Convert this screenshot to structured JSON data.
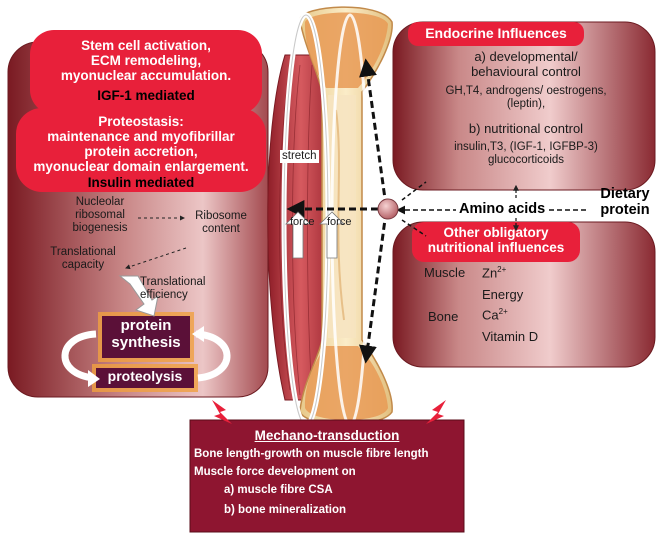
{
  "colors": {
    "panel_dark": "#7a1a22",
    "panel_light": "#e8b4b4",
    "red_label": "#e8203a",
    "purple_box": "#5b1038",
    "orange_glow": "#f0a040",
    "bone_cream": "#f4dfb0",
    "bone_orange": "#e79a55",
    "muscle": "#b8303a",
    "footer": "#8e1530"
  },
  "left_panel": {
    "stem_cell_label": "Stem cell activation,\nECM remodeling,\nmyonuclear accumulation.",
    "igf_label": "IGF-1 mediated",
    "proteostasis_label": "Proteostasis:\nmaintenance and myofibrillar\nprotein accretion,\nmyonuclear domain enlargement.",
    "insulin_label": "Insulin mediated",
    "nucleolar": "Nucleolar\nribosomal\nbiogenesis",
    "ribosome_content": "Ribosome\ncontent",
    "translational_capacity": "Translational\ncapacity",
    "translational_efficiency": "Translational\nefficiency",
    "protein_synthesis": "protein\nsynthesis",
    "proteolysis": "proteolysis"
  },
  "center": {
    "stretch": "stretch",
    "force_left": "force",
    "force_right": "force"
  },
  "right_top": {
    "title": "Endocrine Influences",
    "dev_control": "a)  developmental/\nbehavioural control",
    "dev_hormones": "GH,T4, androgens/ oestrogens,\n(leptin),",
    "nut_control": "b)  nutritional control",
    "nut_hormones": "insulin,T3, (IGF-1, IGFBP-3)\nglucocorticoids"
  },
  "amino_acids": "Amino acids",
  "dietary_protein": "Dietary\nprotein",
  "right_bottom": {
    "title": "Other obligatory\nnutritional influences",
    "muscle_label": "Muscle",
    "zn": "Zn",
    "zn_sup": "2+",
    "energy": "Energy",
    "bone_label": "Bone",
    "ca": "Ca",
    "ca_sup": "2+",
    "vitamin_d": "Vitamin D"
  },
  "footer": {
    "title": "Mechano-transduction",
    "line1": "Bone length-growth on muscle fibre length",
    "line2": "Muscle force development on",
    "line3": "a) muscle fibre CSA",
    "line4": "b) bone mineralization"
  }
}
